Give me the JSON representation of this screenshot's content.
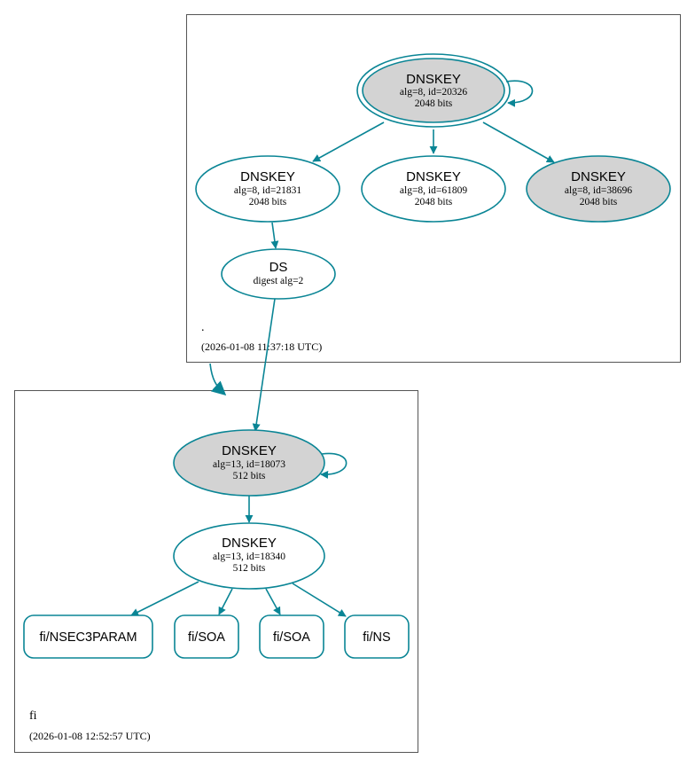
{
  "colors": {
    "edge": "#0a8595",
    "node_border": "#0a8595",
    "ksk_fill": "#d3d3d3",
    "zsk_fill": "#ffffff",
    "zone_border": "#555555"
  },
  "zones": {
    "root": {
      "name": ".",
      "timestamp": "(2026-01-08 11:37:18 UTC)",
      "nodes": {
        "ksk": {
          "title": "DNSKEY",
          "line1": "alg=8, id=20326",
          "line2": "2048 bits"
        },
        "zsk1": {
          "title": "DNSKEY",
          "line1": "alg=8, id=21831",
          "line2": "2048 bits"
        },
        "zsk2": {
          "title": "DNSKEY",
          "line1": "alg=8, id=61809",
          "line2": "2048 bits"
        },
        "ksk2": {
          "title": "DNSKEY",
          "line1": "alg=8, id=38696",
          "line2": "2048 bits"
        },
        "ds": {
          "title": "DS",
          "line1": "digest alg=2"
        }
      }
    },
    "fi": {
      "name": "fi",
      "timestamp": "(2026-01-08 12:52:57 UTC)",
      "nodes": {
        "ksk": {
          "title": "DNSKEY",
          "line1": "alg=13, id=18073",
          "line2": "512 bits"
        },
        "zsk": {
          "title": "DNSKEY",
          "line1": "alg=13, id=18340",
          "line2": "512 bits"
        }
      },
      "rrsets": [
        "fi/NSEC3PARAM",
        "fi/SOA",
        "fi/SOA",
        "fi/NS"
      ]
    }
  }
}
